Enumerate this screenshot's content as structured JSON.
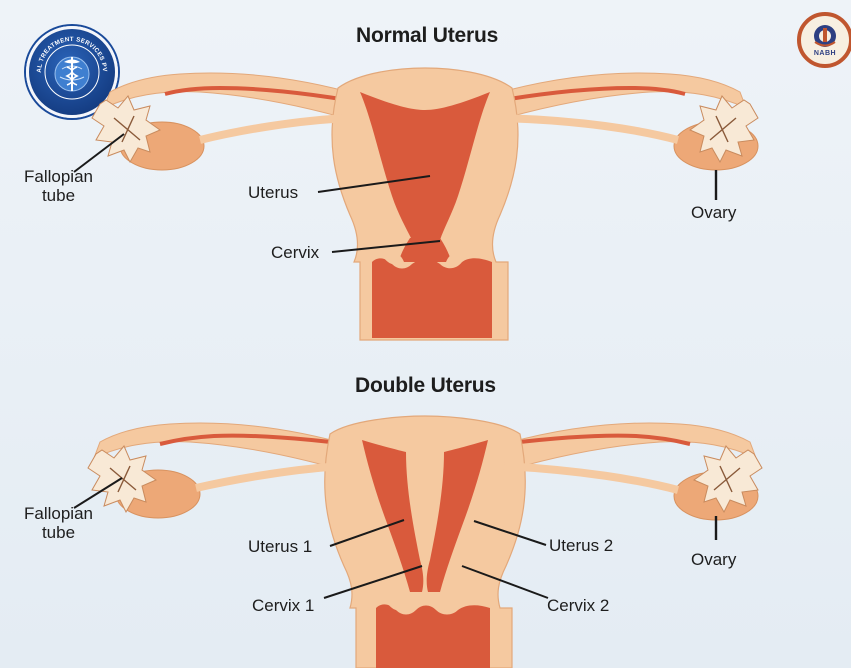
{
  "logos": {
    "left_arc_text": "GLOBAL TREATMENT SERVICES PVT. LTD",
    "right_text": "NABH"
  },
  "panels": [
    {
      "title": "Normal Uterus",
      "labels": {
        "fallopian_line1": "Fallopian",
        "fallopian_line2": "tube",
        "uterus": "Uterus",
        "cervix": "Cervix",
        "ovary": "Ovary"
      }
    },
    {
      "title": "Double Uterus",
      "labels": {
        "fallopian_line1": "Fallopian",
        "fallopian_line2": "tube",
        "uterus1": "Uterus 1",
        "uterus2": "Uterus 2",
        "cervix1": "Cervix 1",
        "cervix2": "Cervix 2",
        "ovary": "Ovary"
      }
    }
  ],
  "colors": {
    "background": "#e8eef5",
    "tissue_skin": "#f5c9a0",
    "tissue_edge": "#e3a87a",
    "cavity": "#d95a3c",
    "ovary": "#eda877",
    "fimbriae": "#f8e9d6",
    "leader_line": "#1a1a1a"
  }
}
